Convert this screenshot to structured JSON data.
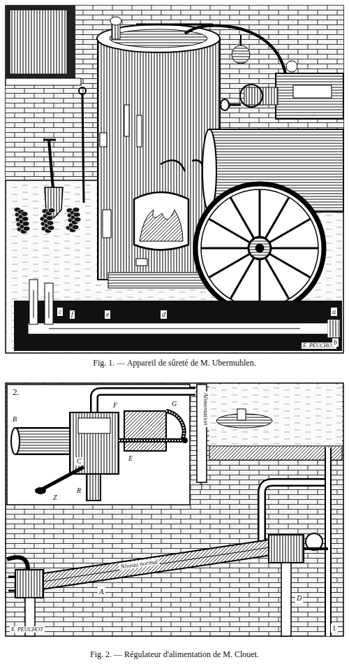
{
  "diagram": {
    "labels": [
      "Fig. 1. — Appareil de sûreté de M. Ubermuhlen.",
      "E. PEUCHOT",
      "a",
      "b",
      "c",
      "d",
      "e",
      "f",
      "2.",
      "Alimentation",
      "Niveau normal",
      "A",
      "1",
      "D",
      "B",
      "Z",
      "R",
      "E",
      "F",
      "G",
      "C",
      "E. PEUCHOT",
      "Fig. 2. — Régulateur d'alimentation de M. Clouet."
    ]
  }
}
